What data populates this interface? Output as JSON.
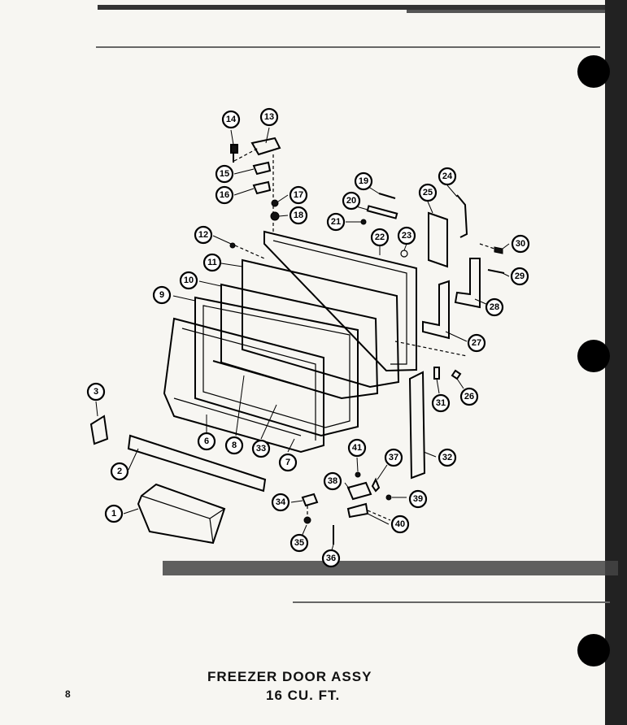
{
  "title_line1": "FREEZER DOOR ASSY",
  "title_line2": "16 CU. FT.",
  "page_number": "8",
  "callouts": [
    "14",
    "13",
    "15",
    "16",
    "17",
    "18",
    "19",
    "20",
    "21",
    "22",
    "23",
    "24",
    "25",
    "12",
    "11",
    "10",
    "9",
    "30",
    "29",
    "28",
    "27",
    "31",
    "26",
    "3",
    "6",
    "8",
    "33",
    "7",
    "32",
    "41",
    "37",
    "38",
    "39",
    "34",
    "35",
    "36",
    "40",
    "2",
    "1"
  ]
}
